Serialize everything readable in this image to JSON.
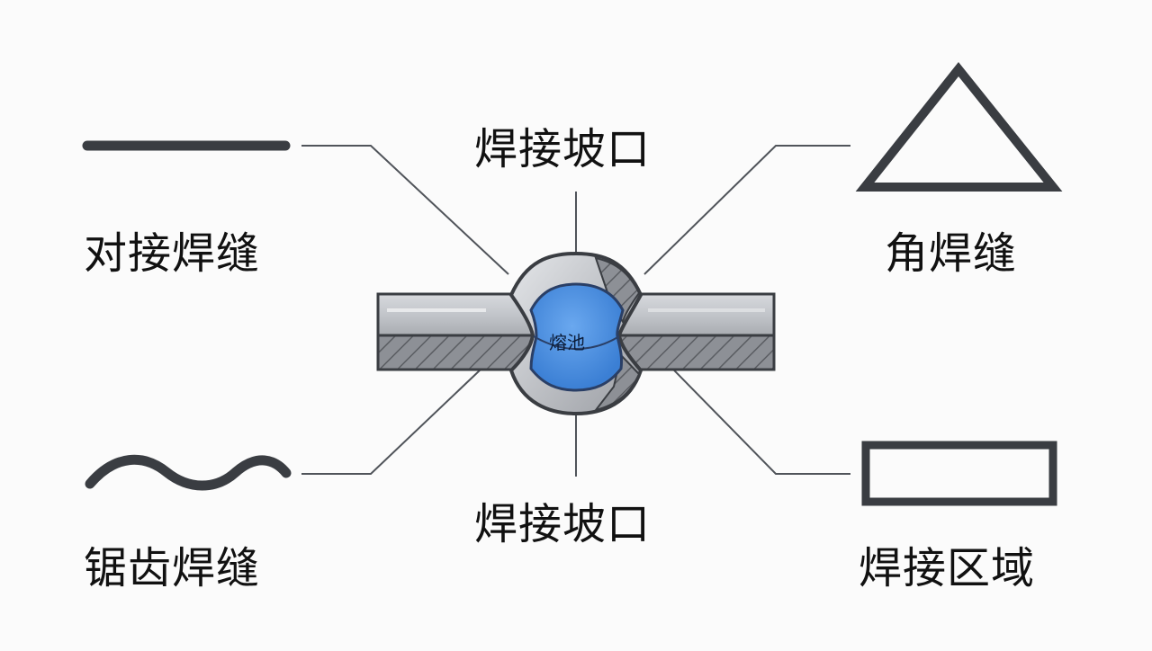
{
  "labels": {
    "butt_weld": "对接焊缝",
    "groove_top": "焊接坡口",
    "fillet_weld": "角焊缝",
    "serrated_weld": "锯齿焊缝",
    "groove_bottom": "焊接坡口",
    "weld_zone": "焊接区域",
    "weld_pool": "熔池"
  },
  "icons": {
    "butt_weld": "straight-line-icon",
    "serrated_weld": "wave-line-icon",
    "fillet_weld": "triangle-icon",
    "weld_zone": "rectangle-icon"
  },
  "colors": {
    "stroke": "#3a3d42",
    "leader": "#50545a",
    "plate_top": "#c3c6cb",
    "plate_bottom": "#8d9096",
    "weld_cap": "#b9bcc1",
    "weld_pool": "#4a8fe0"
  }
}
